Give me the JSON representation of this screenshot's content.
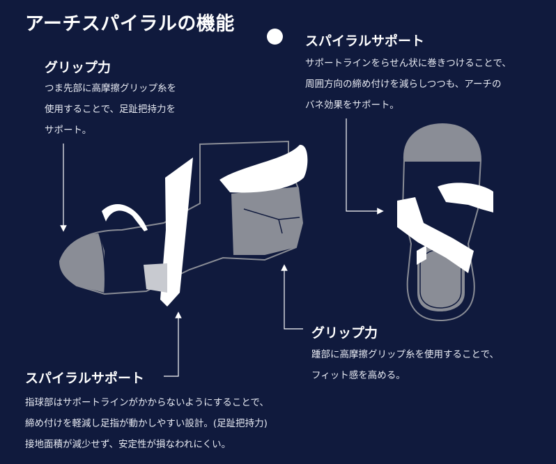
{
  "title": "アーチスパイラルの機能",
  "grip_toe": {
    "heading": "グリップ力",
    "lines": [
      "つま先部に高摩擦グリップ糸を",
      "使用することで、足趾把持力を",
      "サポート。"
    ]
  },
  "spiral_right": {
    "heading": "スパイラルサポート",
    "lines": [
      "サポートラインをらせん状に巻きつけることで、",
      "周囲方向の締め付けを減らしつつも、アーチの",
      "バネ効果をサポート。"
    ]
  },
  "grip_heel": {
    "heading": "グリップ力",
    "lines": [
      "踵部に高摩擦グリップ糸を使用することで、",
      "フィット感を高める。"
    ]
  },
  "spiral_left": {
    "heading": "スパイラルサポート",
    "lines": [
      "指球部はサポートラインがかからないようにすることで、",
      "締め付けを軽減し足指が動かしやすい設計。(足趾把持力)",
      "接地面積が減少せず、安定性が損なわれにくい。"
    ]
  },
  "colors": {
    "background": "#101a3d",
    "text": "#ffffff",
    "grip_zone": "#8a8d96",
    "band": "#ffffff",
    "sock_body": "#101a3d"
  },
  "icons": {
    "bullet": "white-circle-icon",
    "arrow": "arrow-icon"
  }
}
